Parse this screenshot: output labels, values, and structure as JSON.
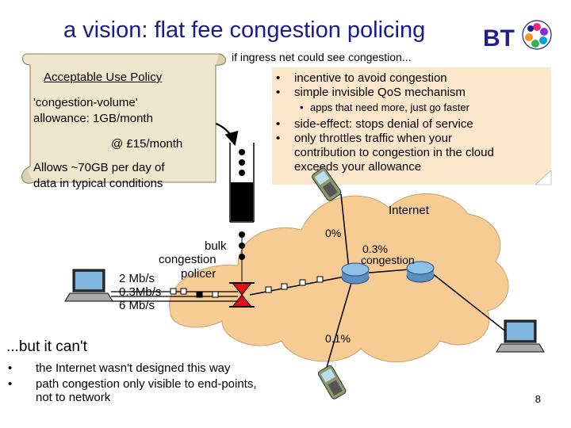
{
  "title": "a vision: flat fee congestion policing",
  "logo": {
    "text": "BT",
    "colors": [
      "#1f1f8f",
      "#ee2a7b",
      "#8a2be2",
      "#00a0dc",
      "#f7931e",
      "#35b34a"
    ]
  },
  "scroll": {
    "heading": "Acceptable Use Policy",
    "line1": "'congestion-volume'",
    "line2": "allowance: 1GB/month",
    "price": "@ £15/month",
    "line4": "Allows ~70GB per day of",
    "line5": "data in typical conditions"
  },
  "callout": {
    "header": "if ingress net could see congestion...",
    "bullets": [
      {
        "line1": "incentive to avoid congestion"
      },
      {
        "line1": "simple invisible QoS mechanism"
      },
      {
        "line1": "side-effect: stops denial of service"
      },
      {
        "line1": "only throttles traffic when your",
        "line2": "contribution to congestion in the cloud",
        "line3": "exceeds your allowance"
      }
    ],
    "sub_bullet": "apps that need more, just go faster",
    "bullet_char": "•",
    "sub_bullet_char": "•"
  },
  "diagram": {
    "internet_label": "Internet",
    "cong_top": "0%",
    "cong_mid_1": "0.3%",
    "cong_mid_2": "congestion",
    "cong_bottom": "0.1%",
    "bulk_1": "bulk",
    "bulk_2": "congestion",
    "policer": "policer",
    "rates": [
      "2  Mb/s",
      "0.3Mb/s",
      "6  Mb/s"
    ],
    "cloud_color": "#f6cc94",
    "policer_color": "#e01010"
  },
  "bottom": {
    "heading": "...but it can't",
    "bullets": [
      {
        "line1": "the Internet wasn't designed this way"
      },
      {
        "line1": "path congestion only visible to end-points,",
        "line2": "not to network"
      }
    ]
  },
  "slide_number": "8"
}
